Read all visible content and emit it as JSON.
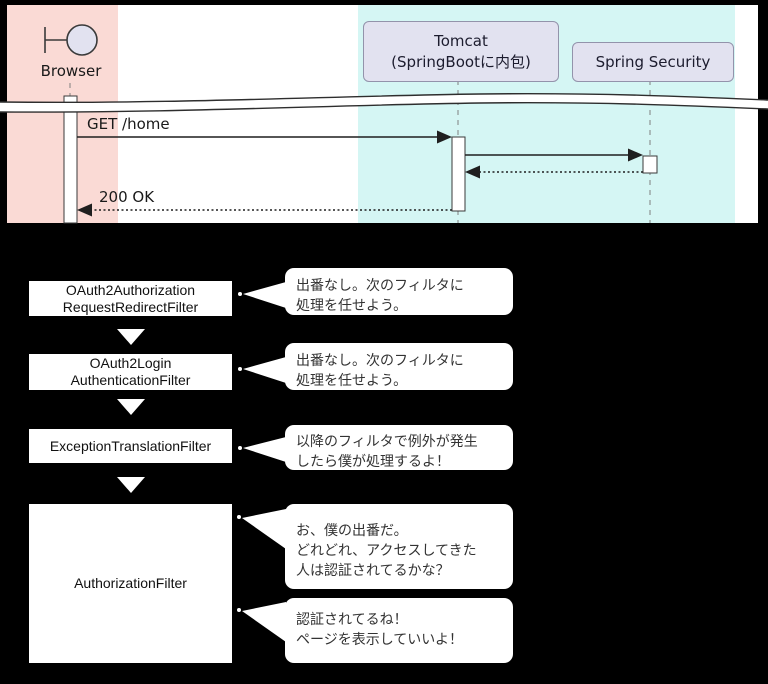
{
  "colors": {
    "pink": "#fadad5",
    "cyan": "#d5f6f4",
    "lavender": "#e2e2f0",
    "paper": "#ffffff",
    "ink": "#1f1f1f",
    "lifeline": "#808080",
    "bubble_text": "#333333"
  },
  "sequence": {
    "actor": "Browser",
    "participants": [
      {
        "line1": "Tomcat",
        "line2": "(SpringBootに内包)"
      },
      {
        "line1": "Spring Security"
      }
    ],
    "messages": [
      "GET /home",
      "200 OK"
    ]
  },
  "filter_chain": {
    "boxes": [
      {
        "lines": [
          "OAuth2Authorization",
          "RequestRedirectFilter"
        ]
      },
      {
        "lines": [
          "OAuth2Login",
          "AuthenticationFilter"
        ]
      },
      {
        "lines": [
          "ExceptionTranslationFilter"
        ]
      },
      {
        "lines": [
          "AuthorizationFilter"
        ]
      }
    ],
    "bubbles": [
      {
        "lines": [
          "出番なし。次のフィルタに",
          "処理を任せよう。"
        ]
      },
      {
        "lines": [
          "出番なし。次のフィルタに",
          "処理を任せよう。"
        ]
      },
      {
        "lines": [
          "以降のフィルタで例外が発生",
          "したら僕が処理するよ！"
        ]
      },
      {
        "lines": [
          "お、僕の出番だ。",
          "どれどれ、アクセスしてきた",
          "人は認証されてるかな？"
        ]
      },
      {
        "lines": [
          "認証されてるね！",
          "ページを表示していいよ！"
        ]
      }
    ]
  }
}
